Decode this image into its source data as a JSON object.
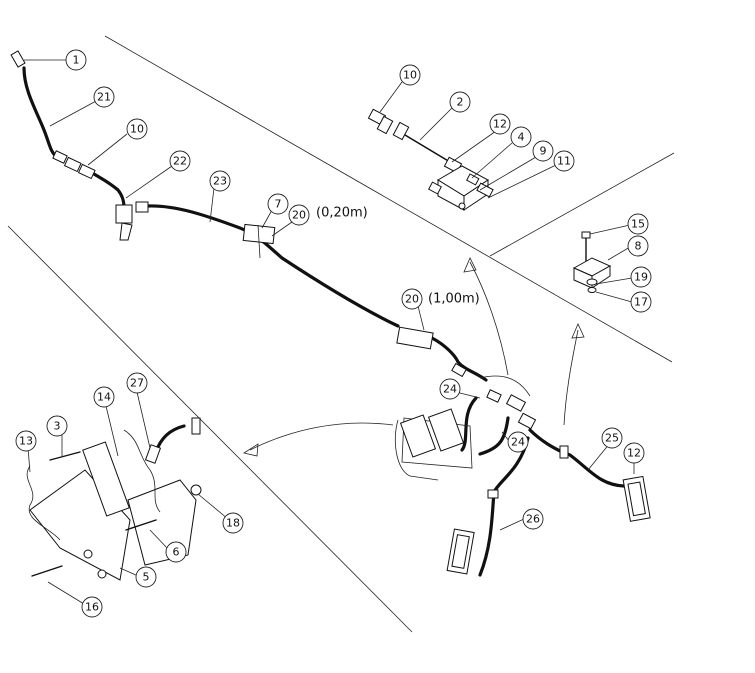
{
  "callouts": [
    {
      "label": "1"
    },
    {
      "label": "21"
    },
    {
      "label": "10"
    },
    {
      "label": "22"
    },
    {
      "label": "23"
    },
    {
      "label": "7"
    },
    {
      "label": "20"
    },
    {
      "label": "10"
    },
    {
      "label": "2"
    },
    {
      "label": "12"
    },
    {
      "label": "4"
    },
    {
      "label": "9"
    },
    {
      "label": "11"
    },
    {
      "label": "15"
    },
    {
      "label": "8"
    },
    {
      "label": "19"
    },
    {
      "label": "17"
    },
    {
      "label": "20"
    },
    {
      "label": "24"
    },
    {
      "label": "24"
    },
    {
      "label": "25"
    },
    {
      "label": "12"
    },
    {
      "label": "26"
    },
    {
      "label": "27"
    },
    {
      "label": "14"
    },
    {
      "label": "3"
    },
    {
      "label": "13"
    },
    {
      "label": "18"
    },
    {
      "label": "6"
    },
    {
      "label": "5"
    },
    {
      "label": "16"
    }
  ],
  "lengths": {
    "hose_short": "(0,20m)",
    "hose_long": "(1,00m)"
  }
}
